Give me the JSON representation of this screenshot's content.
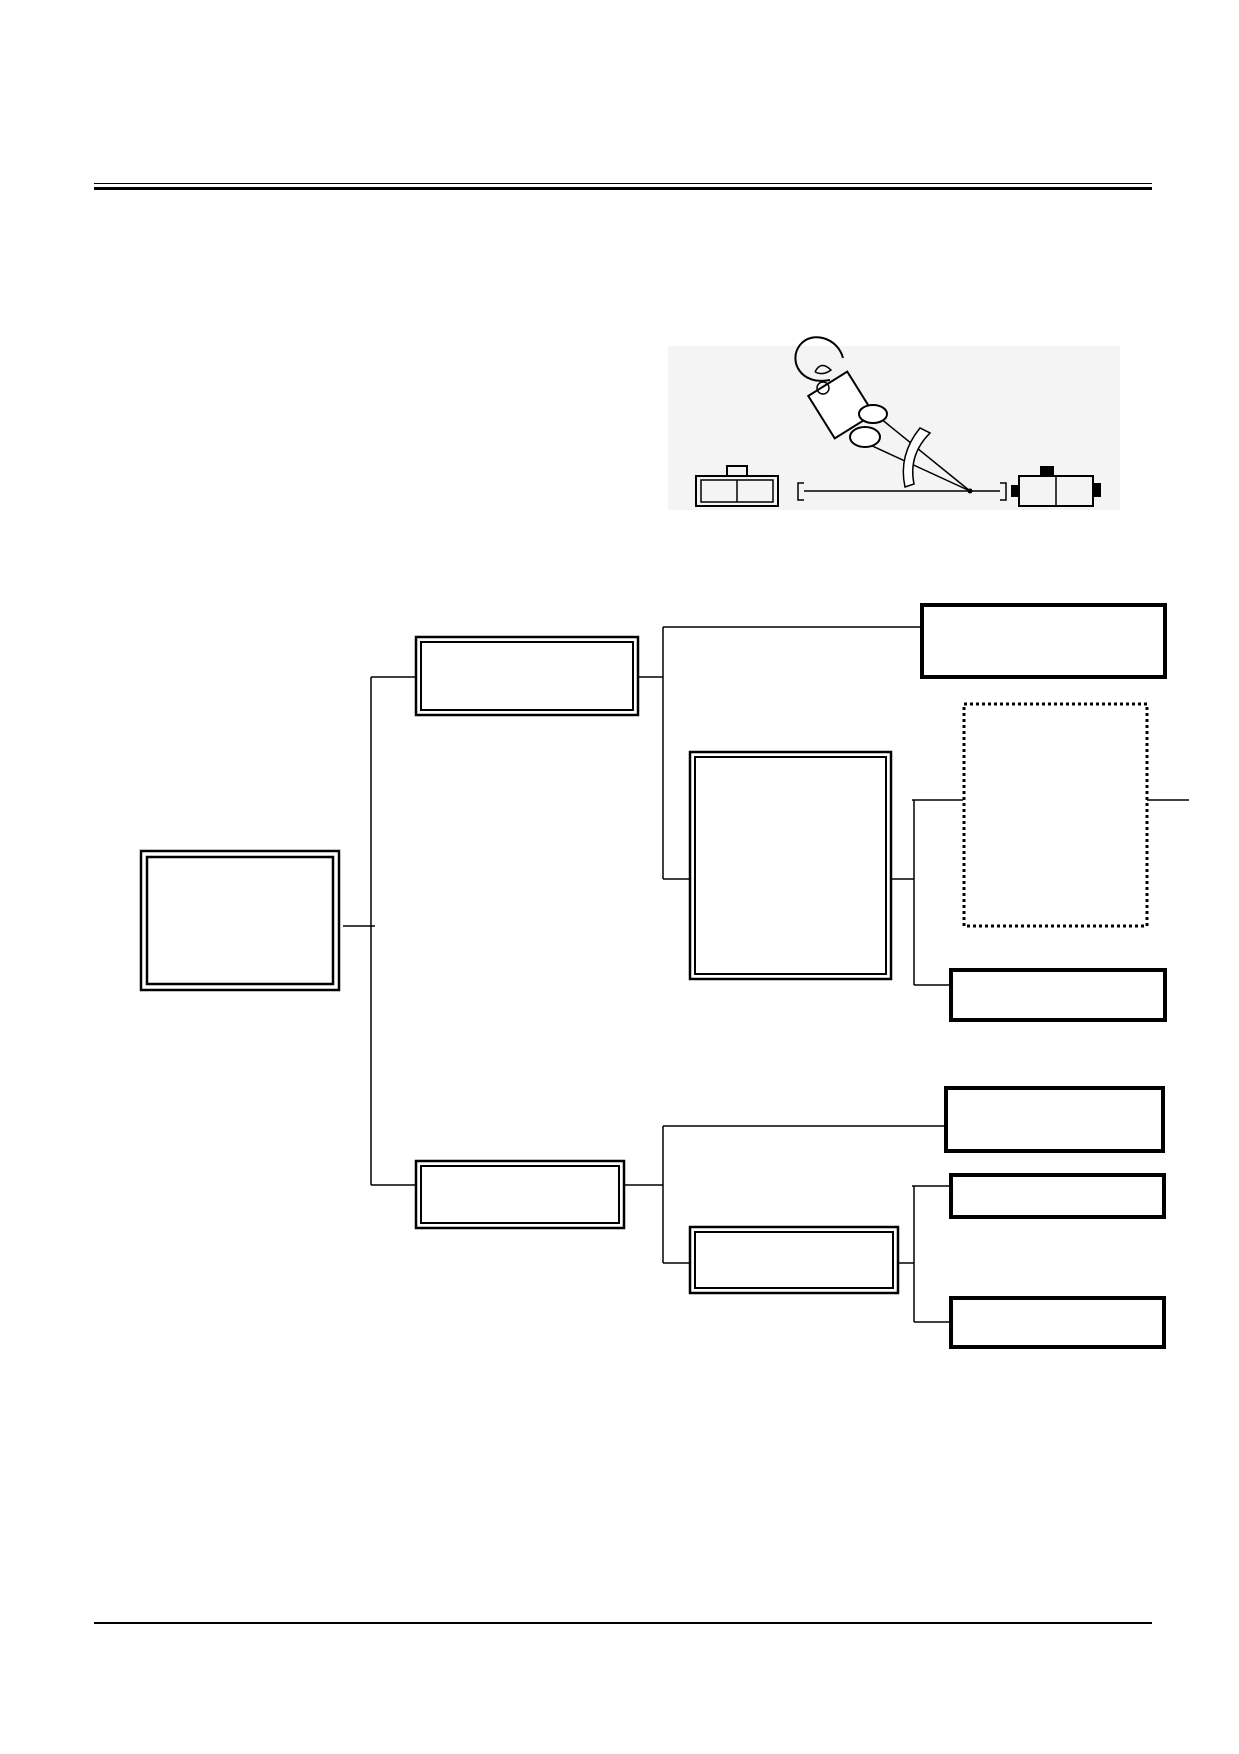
{
  "page": {
    "header_rule": "double",
    "footer_rule": "single"
  },
  "illustration": {
    "name": "lamp-probe-connector-illustration",
    "parts": [
      "left-connector",
      "lamp-holder",
      "bulb",
      "cable",
      "right-connector"
    ]
  },
  "flowchart": {
    "root": {
      "label": "",
      "style": "double"
    },
    "branch_top": {
      "box": {
        "label": "",
        "style": "double"
      },
      "children": [
        {
          "label": "",
          "style": "bold"
        },
        {
          "label": "",
          "style": "double",
          "children": [
            {
              "label": "",
              "style": "dotted"
            },
            {
              "label": "",
              "style": "bold"
            }
          ]
        }
      ]
    },
    "branch_bottom": {
      "box": {
        "label": "",
        "style": "double"
      },
      "children": [
        {
          "label": "",
          "style": "bold"
        },
        {
          "label": "",
          "style": "double",
          "children": [
            {
              "label": "",
              "style": "bold"
            },
            {
              "label": "",
              "style": "bold"
            }
          ]
        }
      ]
    }
  },
  "colors": {
    "ink": "#000000",
    "paper": "#ffffff",
    "illustration_bg": "#f4f4f4"
  }
}
